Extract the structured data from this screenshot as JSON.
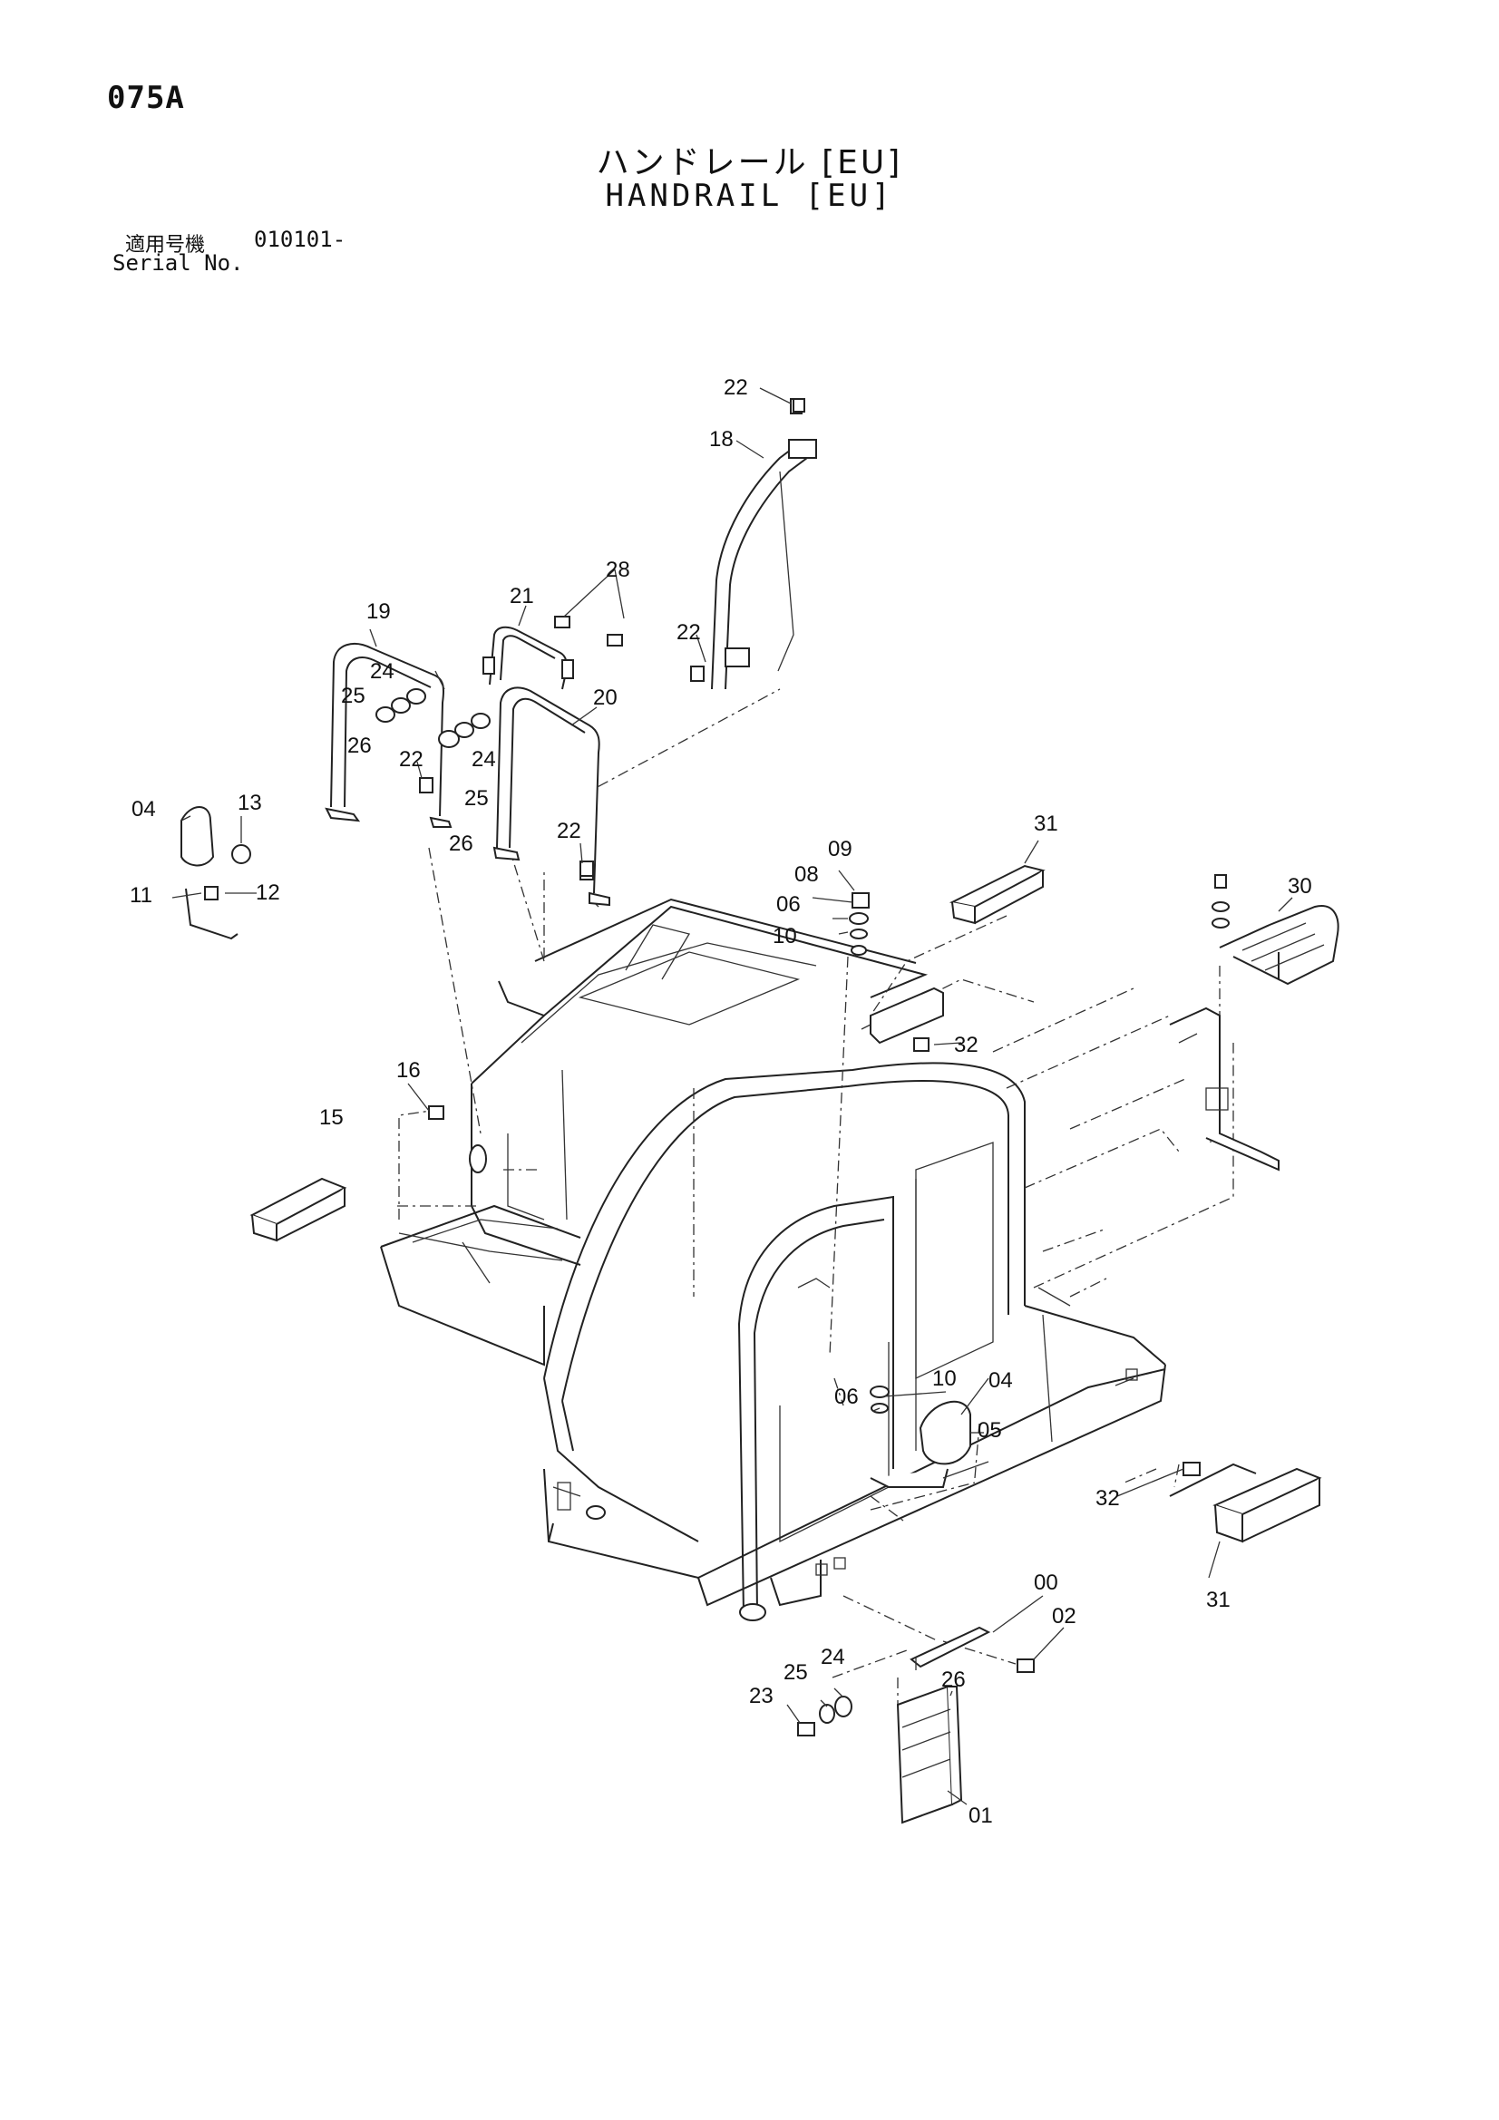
{
  "header": {
    "page_id": "075A",
    "title_jp": "ハンドレール [EU]",
    "title_en": "HANDRAIL [EU]",
    "serial_label_jp": "適用号機",
    "serial_value": "010101-",
    "serial_label_en": "Serial No."
  },
  "callouts": {
    "c00": "00",
    "c01": "01",
    "c02": "02",
    "c04a": "04",
    "c04b": "04",
    "c05": "05",
    "c06a": "06",
    "c06b": "06",
    "c08": "08",
    "c09": "09",
    "c10a": "10",
    "c10b": "10",
    "c11": "11",
    "c12": "12",
    "c13": "13",
    "c15": "15",
    "c16": "16",
    "c18": "18",
    "c19": "19",
    "c20": "20",
    "c21": "21",
    "c22a": "22",
    "c22b": "22",
    "c22c": "22",
    "c22d": "22",
    "c23": "23",
    "c24a": "24",
    "c24b": "24",
    "c24c": "24",
    "c25a": "25",
    "c25b": "25",
    "c25c": "25",
    "c26a": "26",
    "c26b": "26",
    "c26c": "26",
    "c28": "28",
    "c30": "30",
    "c31a": "31",
    "c31b": "31",
    "c32a": "32",
    "c32b": "32"
  }
}
